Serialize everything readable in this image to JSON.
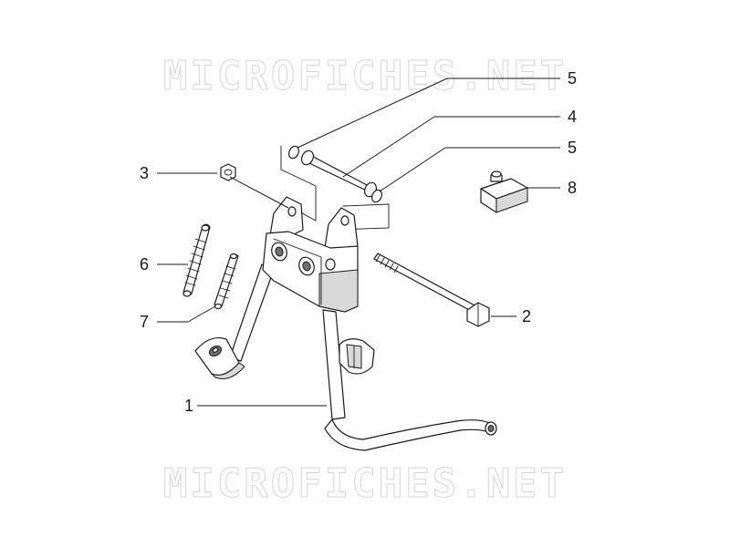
{
  "watermark": {
    "top": "MICROFICHES.NET",
    "bottom": "MICROFICHES.NET"
  },
  "callouts": {
    "c1": "1",
    "c2": "2",
    "c3": "3",
    "c4": "4",
    "c5a": "5",
    "c5b": "5",
    "c6": "6",
    "c7": "7",
    "c8": "8"
  }
}
